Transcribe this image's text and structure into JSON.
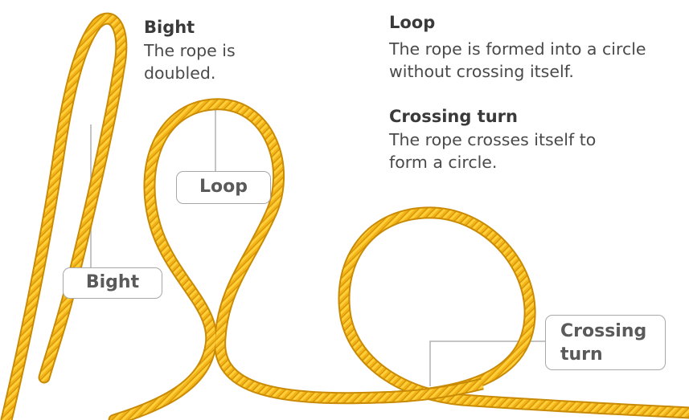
{
  "definitions": [
    {
      "title": "Bight",
      "text": "The rope is doubled."
    },
    {
      "title": "Loop",
      "text": "The rope is formed into a circle without crossing itself."
    },
    {
      "title": "Crossing turn",
      "text": "The rope crosses itself to form a circle."
    }
  ],
  "labels": {
    "bight": "Bight",
    "loop": "Loop",
    "crossing_turn": "Crossing turn"
  },
  "colors": {
    "rope": "#f2b418",
    "rope_dark": "#d38f06",
    "rope_light": "#ffd34f",
    "leader": "#b0b0b0",
    "label_text": "#5a5a5a"
  }
}
